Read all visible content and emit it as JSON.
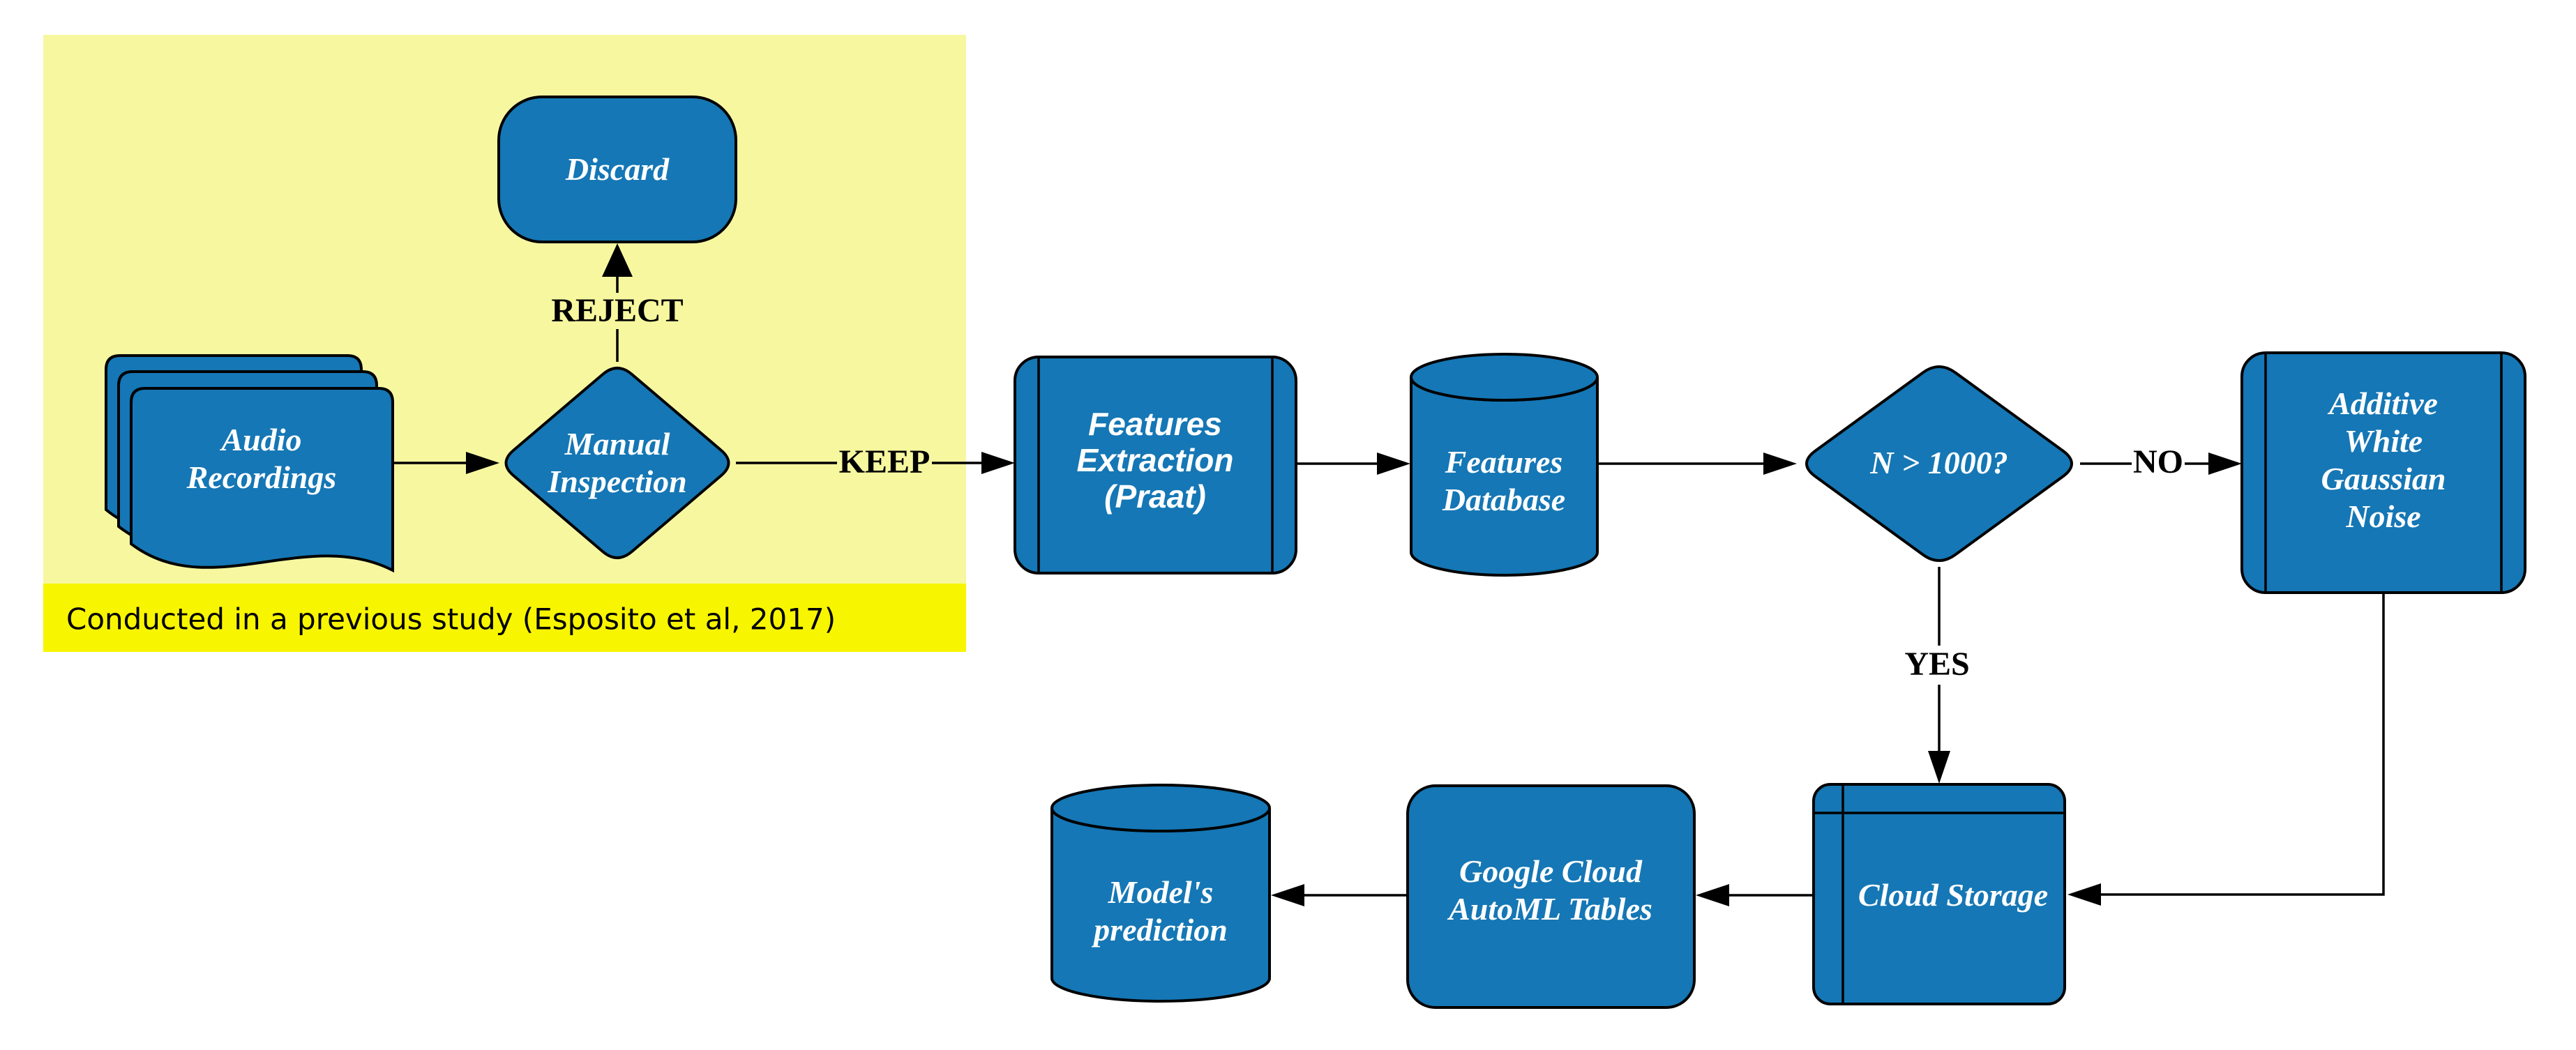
{
  "diagram": {
    "caption": "Conducted in a previous study (Esposito et al, 2017)",
    "colors": {
      "node_fill": "#1577B5",
      "node_stroke": "#000000",
      "node_text": "#FFFFFF",
      "highlight_bg": "#F7F7A0",
      "caption_bg": "#F8F500",
      "edge": "#000000"
    },
    "nodes": {
      "audio_recordings": {
        "label": "Audio\nRecordings",
        "shape": "multi-document"
      },
      "manual_inspection": {
        "label": "Manual\nInspection",
        "shape": "decision"
      },
      "discard": {
        "label": "Discard",
        "shape": "terminator"
      },
      "features_extraction": {
        "label": "Features\nExtraction\n(Praat)",
        "shape": "predefined-process"
      },
      "features_database": {
        "label": "Features\nDatabase",
        "shape": "database-cylinder"
      },
      "n_gt_1000": {
        "label": "N > 1000?",
        "shape": "decision"
      },
      "awgn": {
        "label": "Additive White\nGaussian\nNoise",
        "shape": "predefined-process"
      },
      "cloud_storage": {
        "label": "Cloud Storage",
        "shape": "internal-storage"
      },
      "automl": {
        "label": "Google Cloud\nAutoML Tables",
        "shape": "rounded-rectangle"
      },
      "models_prediction": {
        "label": "Model's\nprediction",
        "shape": "database-cylinder"
      }
    },
    "edge_labels": {
      "reject": "REJECT",
      "keep": "KEEP",
      "no": "NO",
      "yes": "YES"
    },
    "edges": [
      {
        "from": "audio_recordings",
        "to": "manual_inspection",
        "label": ""
      },
      {
        "from": "manual_inspection",
        "to": "discard",
        "label": "REJECT"
      },
      {
        "from": "manual_inspection",
        "to": "features_extraction",
        "label": "KEEP"
      },
      {
        "from": "features_extraction",
        "to": "features_database",
        "label": ""
      },
      {
        "from": "features_database",
        "to": "n_gt_1000",
        "label": ""
      },
      {
        "from": "n_gt_1000",
        "to": "awgn",
        "label": "NO"
      },
      {
        "from": "n_gt_1000",
        "to": "cloud_storage",
        "label": "YES"
      },
      {
        "from": "awgn",
        "to": "cloud_storage",
        "label": ""
      },
      {
        "from": "cloud_storage",
        "to": "automl",
        "label": ""
      },
      {
        "from": "automl",
        "to": "models_prediction",
        "label": ""
      }
    ]
  }
}
